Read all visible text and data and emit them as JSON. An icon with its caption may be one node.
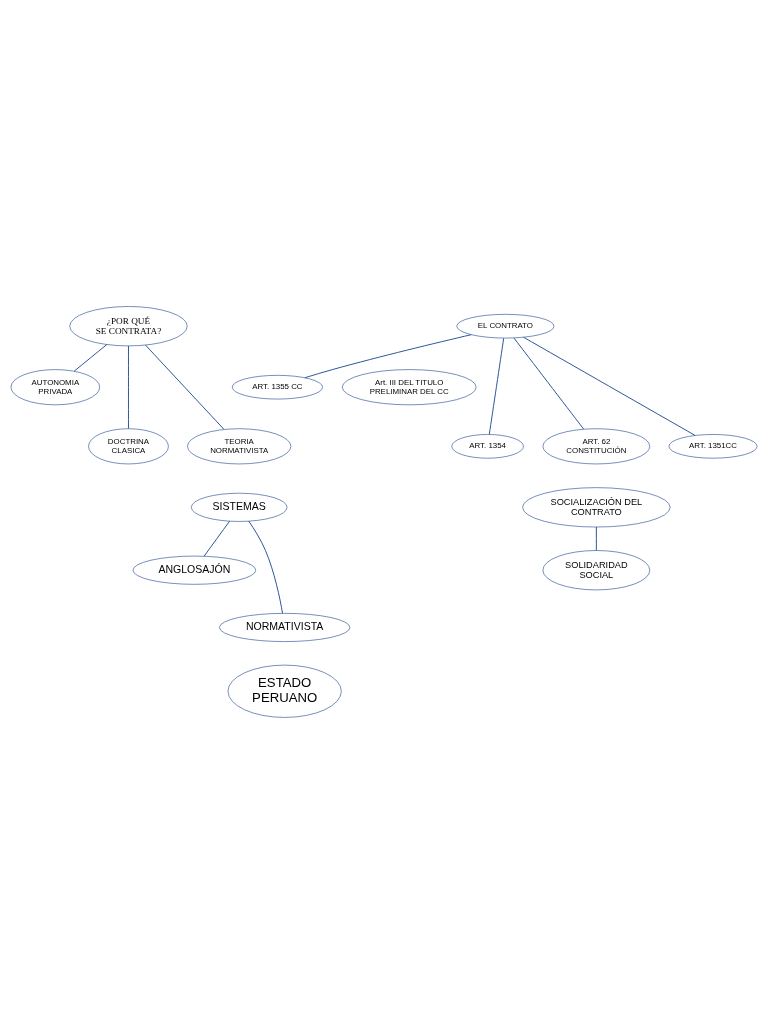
{
  "diagram": {
    "nodes": [
      {
        "text": [
          "¿POR QUÉ SE CONTRATA?"
        ]
      },
      {
        "text": [
          "AUTONOMIA PRIVADA"
        ]
      },
      {
        "text": [
          "DOCTRINA CLASICA"
        ]
      },
      {
        "text": [
          "TEORIA NORMATIVISTA"
        ]
      },
      {
        "text": [
          "EL CONTRATO"
        ]
      },
      {
        "text": [
          "ART. 1355 CC"
        ]
      },
      {
        "text": [
          "Art. III DEL TITULO PRELIMINAR DEL CC"
        ]
      },
      {
        "text": [
          "ART. 1354"
        ]
      },
      {
        "text": [
          "ART. 62 CONSTITUCIÓN"
        ]
      },
      {
        "text": [
          "ART. 1351CC"
        ]
      },
      {
        "text": [
          "SISTEMAS"
        ]
      },
      {
        "text": [
          "ANGLOSAJÓN"
        ]
      },
      {
        "text": [
          "NORMATIVISTA"
        ]
      },
      {
        "text": [
          "SOCIALIZACIÓN DEL CONTRATO"
        ]
      },
      {
        "text": [
          "SOLIDARIDAD SOCIAL"
        ]
      },
      {
        "text": [
          "ESTADO PERUANO"
        ]
      }
    ],
    "edges": [
      {
        "from": 0,
        "to": 1,
        "arrow": "none"
      },
      {
        "from": 0,
        "to": 2,
        "arrow": "none"
      },
      {
        "from": 0,
        "to": 3,
        "arrow": "none"
      },
      {
        "from": 4,
        "to": 5,
        "arrow": "none"
      },
      {
        "from": 4,
        "to": 7,
        "arrow": "none"
      },
      {
        "from": 4,
        "to": 8,
        "arrow": "none"
      },
      {
        "from": 4,
        "to": 9,
        "arrow": "none"
      },
      {
        "from": 10,
        "to": 11,
        "arrow": "none"
      },
      {
        "from": 10,
        "to": 12,
        "arrow": "none"
      },
      {
        "from": 13,
        "to": 14,
        "arrow": "none"
      }
    ]
  }
}
